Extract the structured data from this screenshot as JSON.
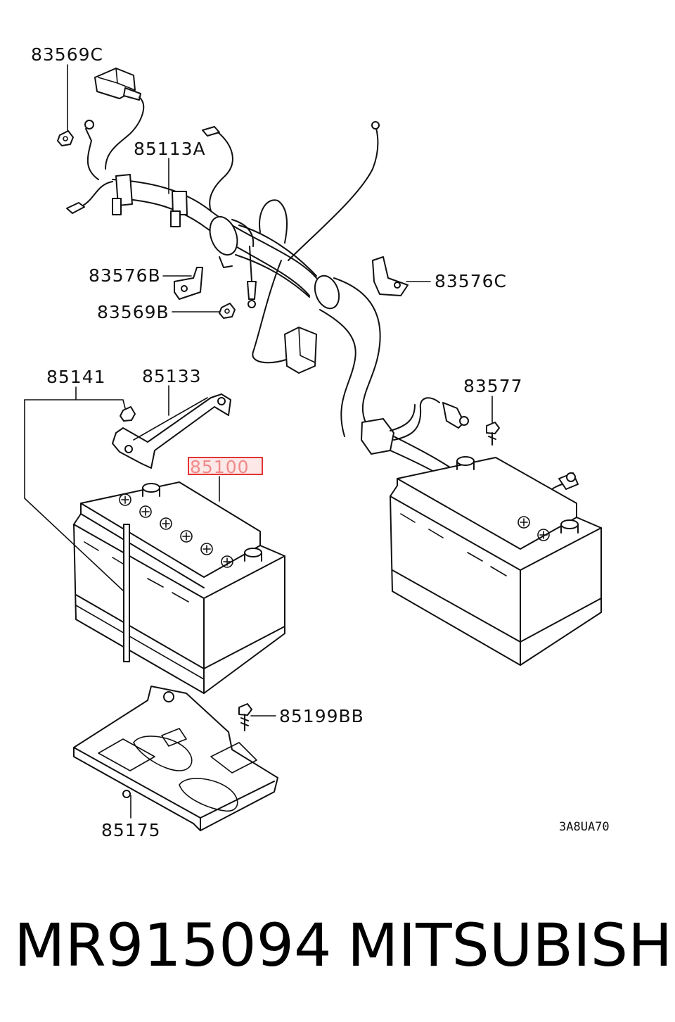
{
  "labels": {
    "l83569C": "83569C",
    "l85113A": "85113A",
    "l83576B": "83576B",
    "l83569B": "83569B",
    "l83576C": "83576C",
    "l85141": "85141",
    "l85133": "85133",
    "l83577": "83577",
    "l85100": "85100",
    "l85199BB": "85199BB",
    "l85175": "85175"
  },
  "figure_code": "3A8UA70",
  "highlight": {
    "label": "85100",
    "color": "#e02020"
  },
  "footer": {
    "part_number": "MR915094",
    "brand": "MITSUBISHI"
  }
}
